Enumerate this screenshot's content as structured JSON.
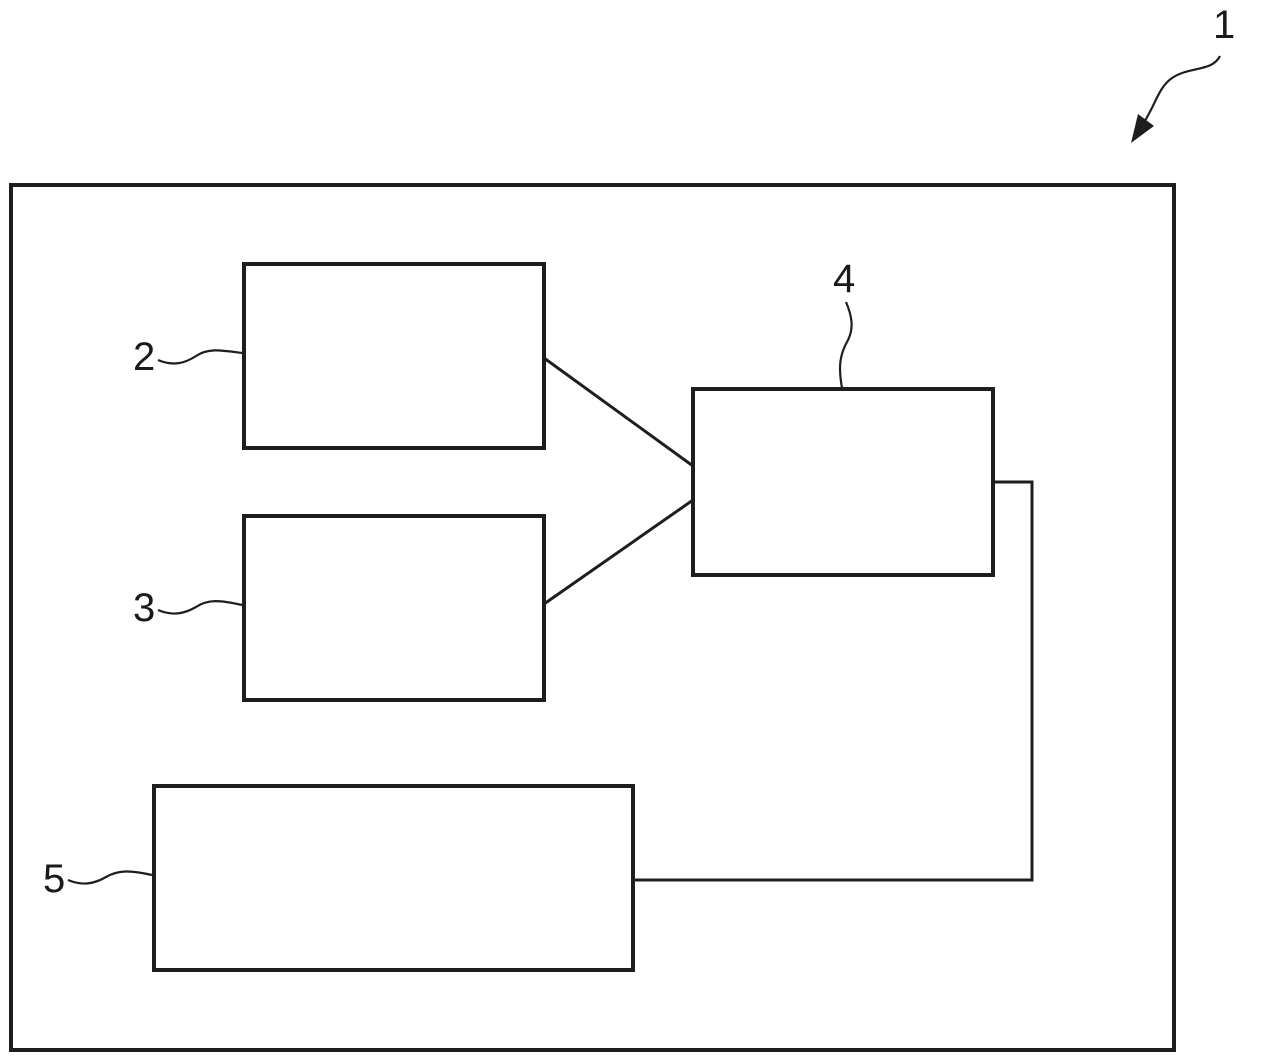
{
  "diagram": {
    "overall_ref": "1",
    "blocks": [
      {
        "id": "block-2",
        "ref": "2"
      },
      {
        "id": "block-3",
        "ref": "3"
      },
      {
        "id": "block-4",
        "ref": "4"
      },
      {
        "id": "block-5",
        "ref": "5"
      }
    ],
    "connections": [
      {
        "from": "2",
        "to": "4"
      },
      {
        "from": "3",
        "to": "4"
      },
      {
        "from": "4",
        "to": "5"
      }
    ],
    "stroke_color": "#1e1e1e",
    "background_color": "#ffffff"
  }
}
